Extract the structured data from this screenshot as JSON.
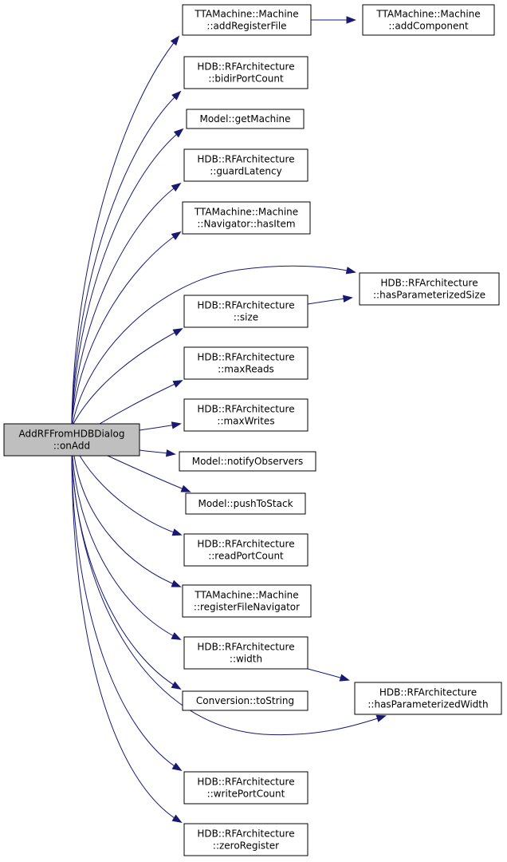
{
  "graph": {
    "root": {
      "id": "onAdd",
      "lines": [
        "AddRFFromHDBDialog",
        "::onAdd"
      ]
    },
    "nodes": [
      {
        "id": "addRegisterFile",
        "lines": [
          "TTAMachine::Machine",
          "::addRegisterFile"
        ]
      },
      {
        "id": "addComponent",
        "lines": [
          "TTAMachine::Machine",
          "::addComponent"
        ]
      },
      {
        "id": "bidirPortCount",
        "lines": [
          "HDB::RFArchitecture",
          "::bidirPortCount"
        ]
      },
      {
        "id": "getMachine",
        "lines": [
          "Model::getMachine"
        ]
      },
      {
        "id": "guardLatency",
        "lines": [
          "HDB::RFArchitecture",
          "::guardLatency"
        ]
      },
      {
        "id": "hasItem",
        "lines": [
          "TTAMachine::Machine",
          "::Navigator::hasItem"
        ]
      },
      {
        "id": "hasParameterizedSize",
        "lines": [
          "HDB::RFArchitecture",
          "::hasParameterizedSize"
        ]
      },
      {
        "id": "size",
        "lines": [
          "HDB::RFArchitecture",
          "::size"
        ]
      },
      {
        "id": "maxReads",
        "lines": [
          "HDB::RFArchitecture",
          "::maxReads"
        ]
      },
      {
        "id": "maxWrites",
        "lines": [
          "HDB::RFArchitecture",
          "::maxWrites"
        ]
      },
      {
        "id": "notifyObservers",
        "lines": [
          "Model::notifyObservers"
        ]
      },
      {
        "id": "pushToStack",
        "lines": [
          "Model::pushToStack"
        ]
      },
      {
        "id": "readPortCount",
        "lines": [
          "HDB::RFArchitecture",
          "::readPortCount"
        ]
      },
      {
        "id": "registerFileNavigator",
        "lines": [
          "TTAMachine::Machine",
          "::registerFileNavigator"
        ]
      },
      {
        "id": "width",
        "lines": [
          "HDB::RFArchitecture",
          "::width"
        ]
      },
      {
        "id": "hasParameterizedWidth",
        "lines": [
          "HDB::RFArchitecture",
          "::hasParameterizedWidth"
        ]
      },
      {
        "id": "toString",
        "lines": [
          "Conversion::toString"
        ]
      },
      {
        "id": "writePortCount",
        "lines": [
          "HDB::RFArchitecture",
          "::writePortCount"
        ]
      },
      {
        "id": "zeroRegister",
        "lines": [
          "HDB::RFArchitecture",
          "::zeroRegister"
        ]
      }
    ],
    "edges": [
      [
        "onAdd",
        "addRegisterFile"
      ],
      [
        "addRegisterFile",
        "addComponent"
      ],
      [
        "onAdd",
        "bidirPortCount"
      ],
      [
        "onAdd",
        "getMachine"
      ],
      [
        "onAdd",
        "guardLatency"
      ],
      [
        "onAdd",
        "hasItem"
      ],
      [
        "onAdd",
        "hasParameterizedSize"
      ],
      [
        "onAdd",
        "size"
      ],
      [
        "size",
        "hasParameterizedSize"
      ],
      [
        "onAdd",
        "maxReads"
      ],
      [
        "onAdd",
        "maxWrites"
      ],
      [
        "onAdd",
        "notifyObservers"
      ],
      [
        "onAdd",
        "pushToStack"
      ],
      [
        "onAdd",
        "readPortCount"
      ],
      [
        "onAdd",
        "registerFileNavigator"
      ],
      [
        "onAdd",
        "width"
      ],
      [
        "width",
        "hasParameterizedWidth"
      ],
      [
        "onAdd",
        "toString"
      ],
      [
        "onAdd",
        "hasParameterizedWidth"
      ],
      [
        "onAdd",
        "writePortCount"
      ],
      [
        "onAdd",
        "zeroRegister"
      ]
    ],
    "colors": {
      "edge": "#191970",
      "root_fill": "#bfbfbf",
      "node_fill": "#ffffff",
      "border": "#000000"
    }
  }
}
